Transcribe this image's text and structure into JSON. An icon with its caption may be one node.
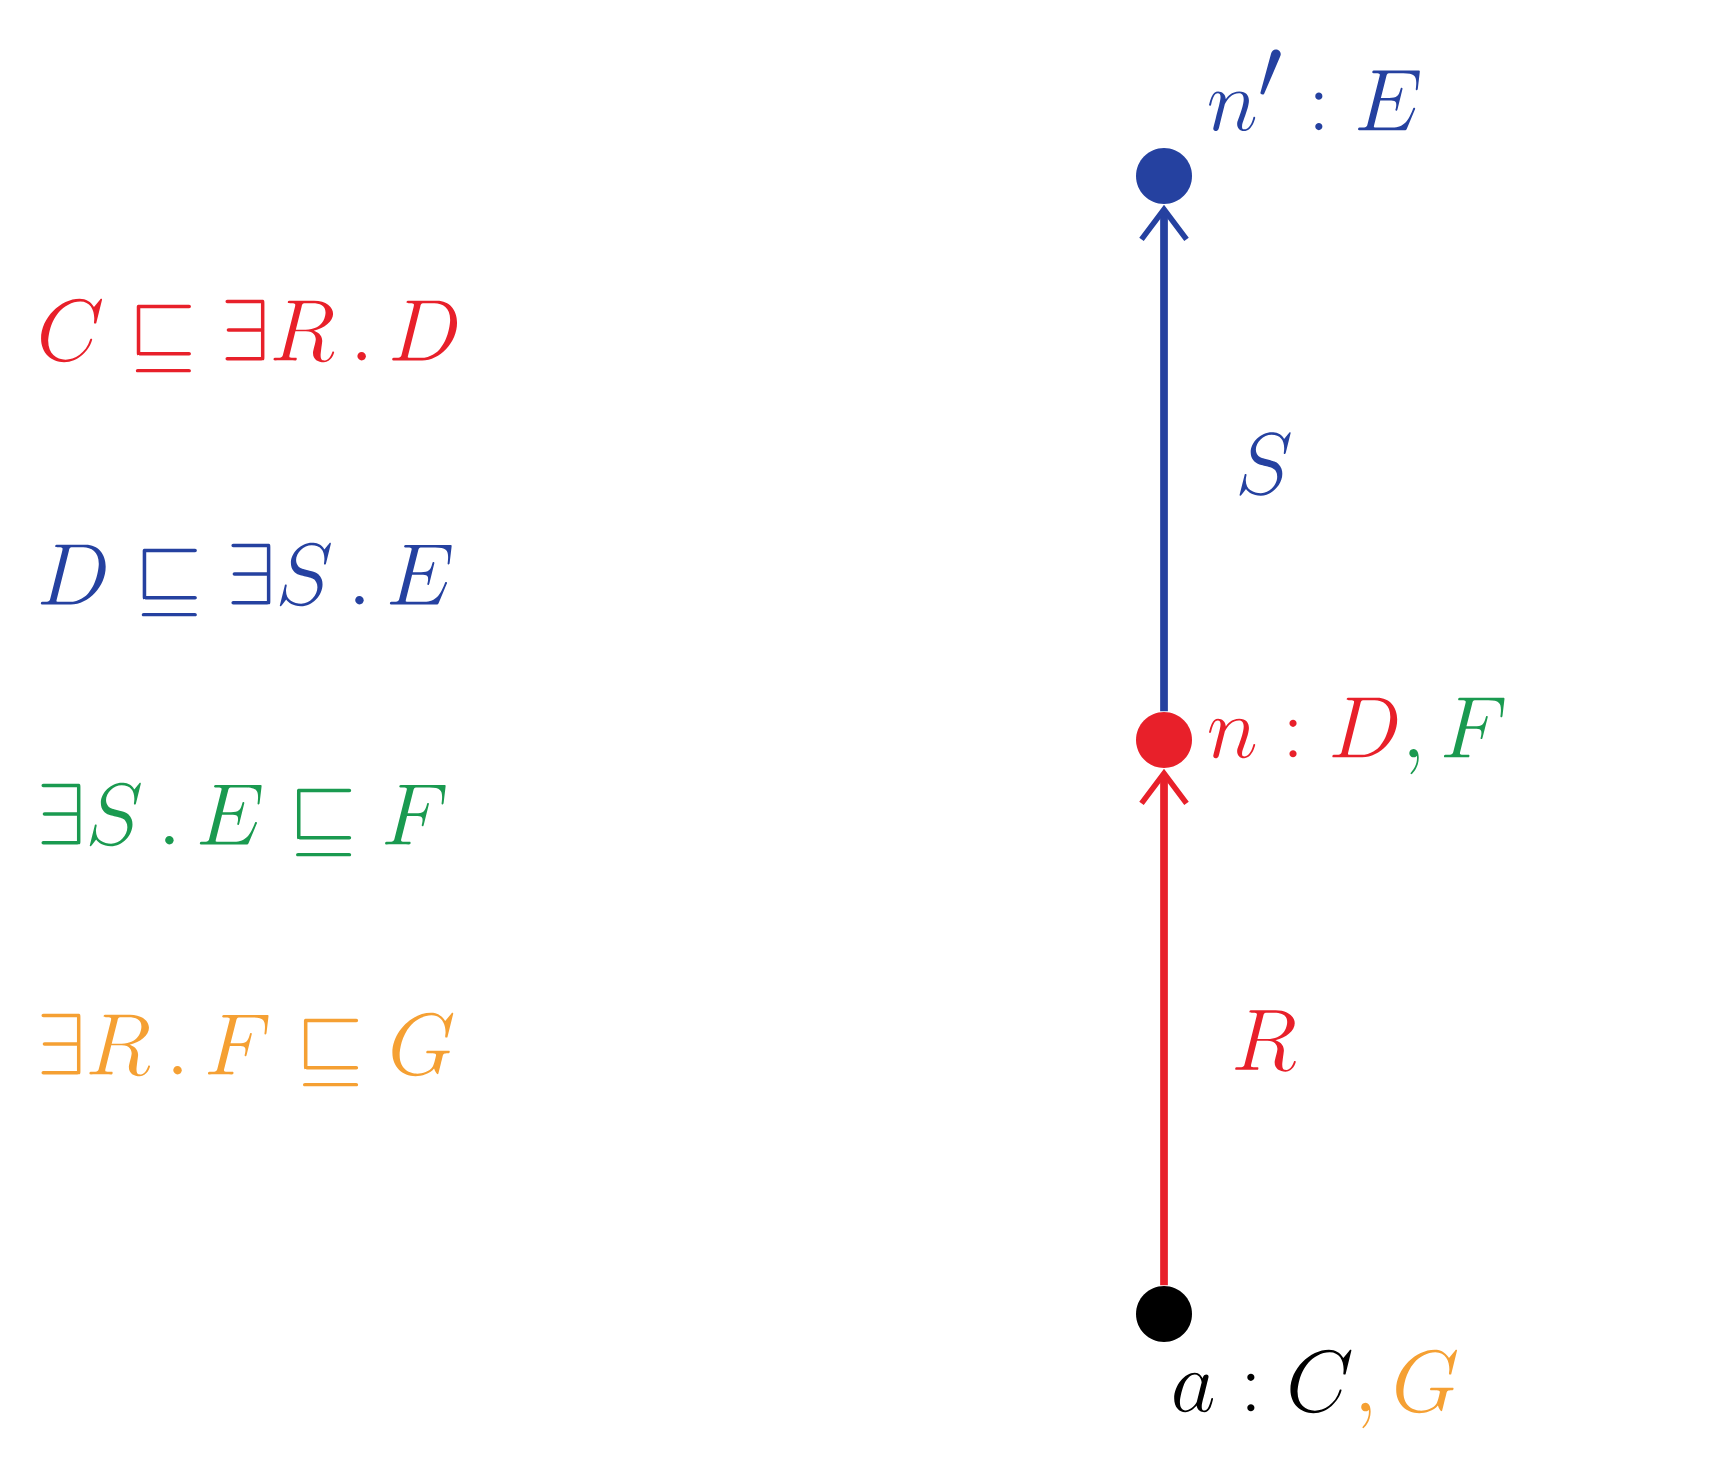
{
  "diagram": {
    "nodes": [
      {
        "text": [],
        "shape": "circle",
        "beside": [
          "n' : E"
        ]
      },
      {
        "text": [],
        "shape": "circle",
        "beside": [
          "n : D",
          ", F"
        ]
      },
      {
        "text": [],
        "shape": "circle",
        "beside": [
          "a : C",
          ", G"
        ]
      }
    ],
    "edges": [
      {
        "from": 2,
        "to": 1,
        "arrow": "to",
        "label": "R",
        "color": "#e8202a"
      },
      {
        "from": 1,
        "to": 0,
        "arrow": "to",
        "label": "S",
        "color": "#2541a0"
      }
    ],
    "labels": [
      "C \\sqsubseteq \\exists R\\,.\\,D",
      "D \\sqsubseteq \\exists S\\,.\\,E",
      "\\exists S\\,.\\,E \\sqsubseteq F",
      "\\exists R\\,.\\,F \\sqsubseteq G"
    ]
  }
}
